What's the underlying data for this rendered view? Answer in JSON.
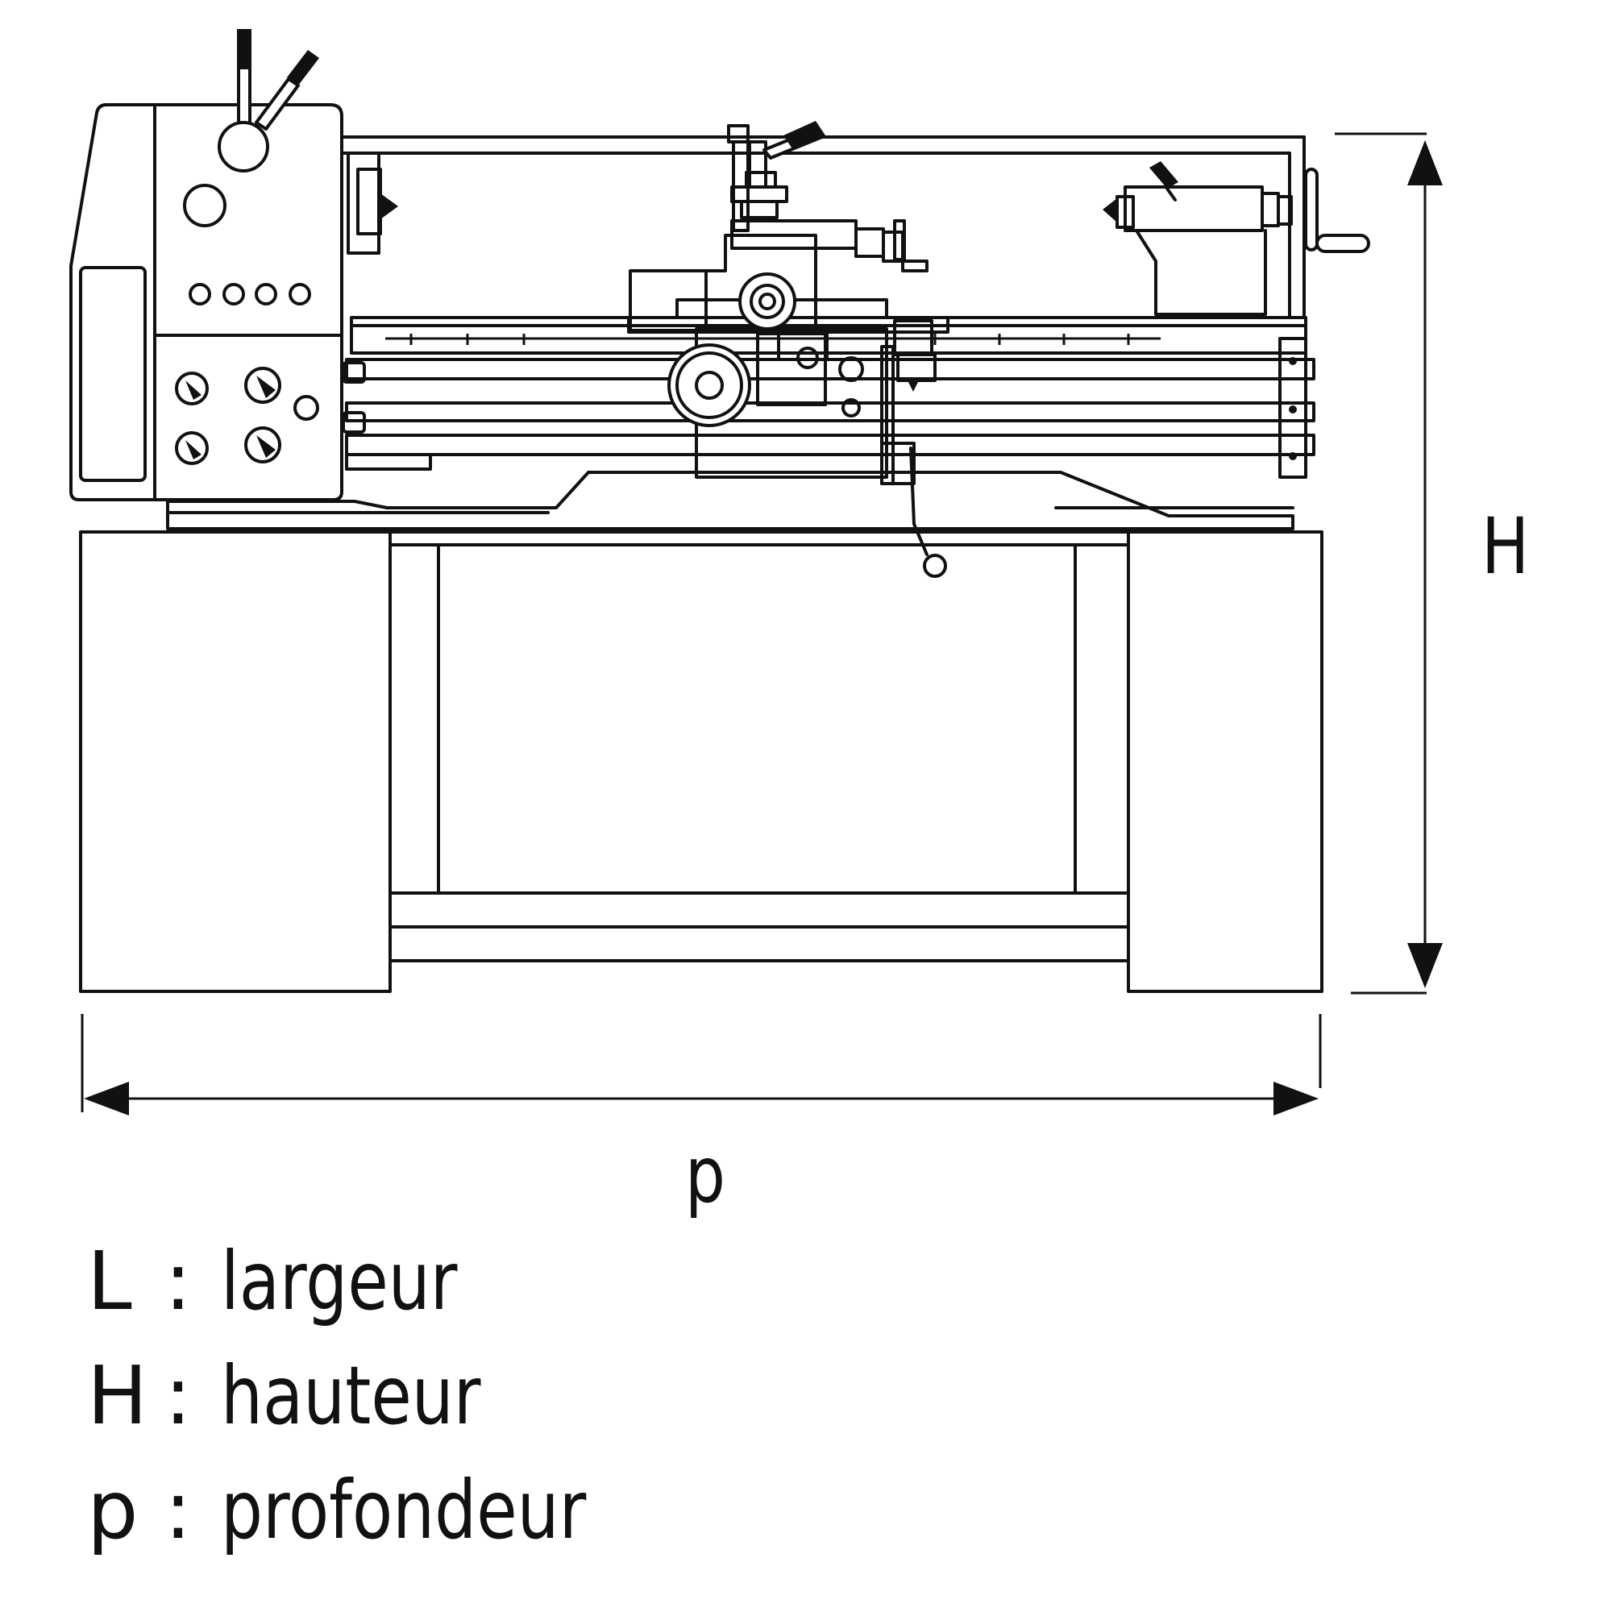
{
  "dimensions": {
    "height_label": "H",
    "depth_label": "p"
  },
  "legend": {
    "separator": ":",
    "items": [
      {
        "key": "L",
        "text": "largeur"
      },
      {
        "key": "H",
        "text": "hauteur"
      },
      {
        "key": "p",
        "text": "profondeur"
      }
    ]
  }
}
